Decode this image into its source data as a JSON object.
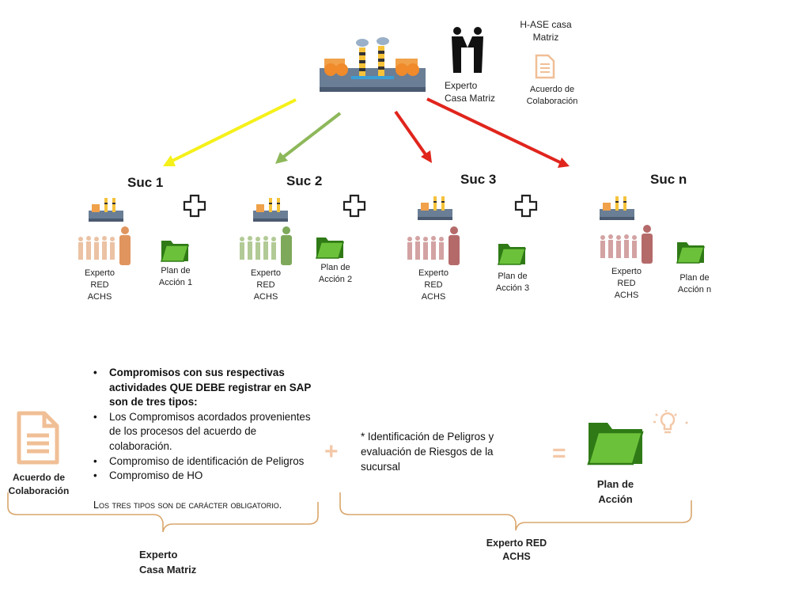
{
  "header": {
    "hase_title": "H-ASE casa Matriz",
    "hase_title_lines": [
      "H-ASE casa",
      "Matriz"
    ],
    "expert_casa_lines": [
      "Experto",
      "Casa Matriz"
    ],
    "acuerdo_lines": [
      "Acuerdo de",
      "Colaboración"
    ]
  },
  "branches": [
    {
      "title": "Suc 1",
      "expert_lines": [
        "Experto",
        "RED",
        "ACHS"
      ],
      "plan_lines": [
        "Plan de",
        "Acción 1"
      ],
      "arrow_color": "#f5f019",
      "people_tint": "#e7b48e"
    },
    {
      "title": "Suc 2",
      "expert_lines": [
        "Experto",
        "RED",
        "ACHS"
      ],
      "plan_lines": [
        "Plan de",
        "Acción 2"
      ],
      "arrow_color": "#8db85a",
      "people_tint": "#9fbd7c"
    },
    {
      "title": "Suc 3",
      "expert_lines": [
        "Experto",
        "RED",
        "ACHS"
      ],
      "plan_lines": [
        "Plan de",
        "Acción 3"
      ],
      "arrow_color": "#e0251d",
      "people_tint": "#c98c8c"
    },
    {
      "title": "Suc n",
      "expert_lines": [
        "Experto",
        "RED",
        "ACHS"
      ],
      "plan_lines": [
        "Plan de",
        "Acción n"
      ],
      "arrow_color": "#e0251d",
      "people_tint": "#c98c8c"
    }
  ],
  "bottom": {
    "acuerdo_lines": [
      "Acuerdo de",
      "Colaboración"
    ],
    "bullets": [
      "Compromisos con sus respectivas actividades QUE DEBE registrar en SAP son de tres tipos:",
      "Los Compromisos acordados provenientes de los procesos del acuerdo de colaboración.",
      " Compromiso de identificación de Peligros",
      "Compromiso de HO"
    ],
    "note": "Los tres tipos son de carácter obligatorio.",
    "plus_sign": "+",
    "equals_sign": "=",
    "peligros_text": "* Identificación de Peligros y evaluación de Riesgos de la sucursal",
    "plan_lines": [
      "Plan de",
      "Acción"
    ],
    "left_owner_lines": [
      "Experto",
      "Casa Matriz"
    ],
    "right_owner_lines": [
      "Experto RED",
      "ACHS"
    ]
  },
  "colors": {
    "accent_peach": "#f3c8a8",
    "brace": "#d9a66c",
    "folder_green": "#3f9d20"
  }
}
